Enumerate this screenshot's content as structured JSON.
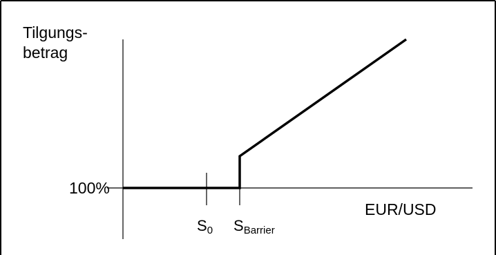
{
  "chart_data": {
    "type": "line",
    "ylabel_lines": [
      "Tilgungs-",
      "betrag"
    ],
    "xlabel": "EUR/USD",
    "y_tick_label": "100%",
    "x_marks": [
      {
        "base": "S",
        "sub": "0"
      },
      {
        "base": "S",
        "sub": "Barrier"
      }
    ],
    "payoff": {
      "flat_level_label": "100%",
      "jump_at": "S_Barrier",
      "shape": "flat at 100% until barrier, then vertical jump and linear increase"
    },
    "colors": {
      "line": "#000000",
      "frame": "#000000"
    }
  }
}
